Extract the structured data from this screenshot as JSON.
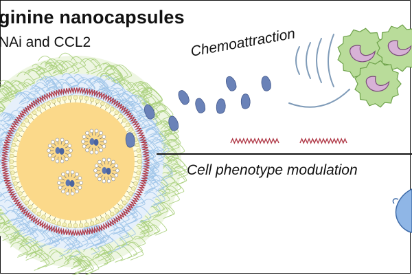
{
  "header": {
    "title": "ginine nanocapsules",
    "subtitle": "NAi and CCL2"
  },
  "labels": {
    "chemoattraction": "Chemoattraction",
    "phenotype_modulation": "Cell phenotype modulation"
  },
  "colors": {
    "outer_shell": "#a8cf7a",
    "middle_shell": "#9cc3e8",
    "core": "#fbd98a",
    "lipid_head": "#f4f1b8",
    "rna": "#b03a48",
    "chemokine": "#6a82b8",
    "immune_cell": "#b9dc9a",
    "nucleus": "#d7b2d6",
    "blue_cell": "#8fb6e6",
    "line": "#111111"
  }
}
